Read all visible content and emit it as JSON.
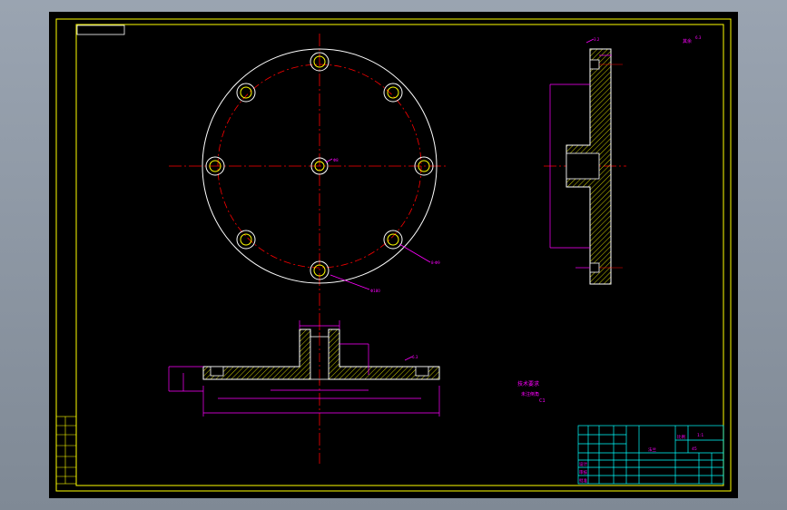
{
  "drawing": {
    "notes_title": "技术要求",
    "notes_line1": "未注倒角",
    "notes_line2": "C1",
    "roughness_label": "其余",
    "roughness_value": "6.3",
    "side_roughness_value": "3.2",
    "section_roughness_value": "6.3",
    "leader_label_1": "8-Φ9",
    "leader_label_2": "Φ180",
    "center_hole_label": "Φ8",
    "title_block": {
      "part_name": "法兰",
      "scale_label": "比例",
      "scale_value": "1:1",
      "material": "45",
      "drawn_label": "设计",
      "checked_label": "审核",
      "approved_label": "批准"
    }
  },
  "colors": {
    "background": "#000000",
    "border": "#ffff00",
    "geometry": "#ffffff",
    "centerline": "#ff0000",
    "dimension": "#ff00ff",
    "hatch": "#ffff00",
    "table_lines": "#00ffff"
  }
}
